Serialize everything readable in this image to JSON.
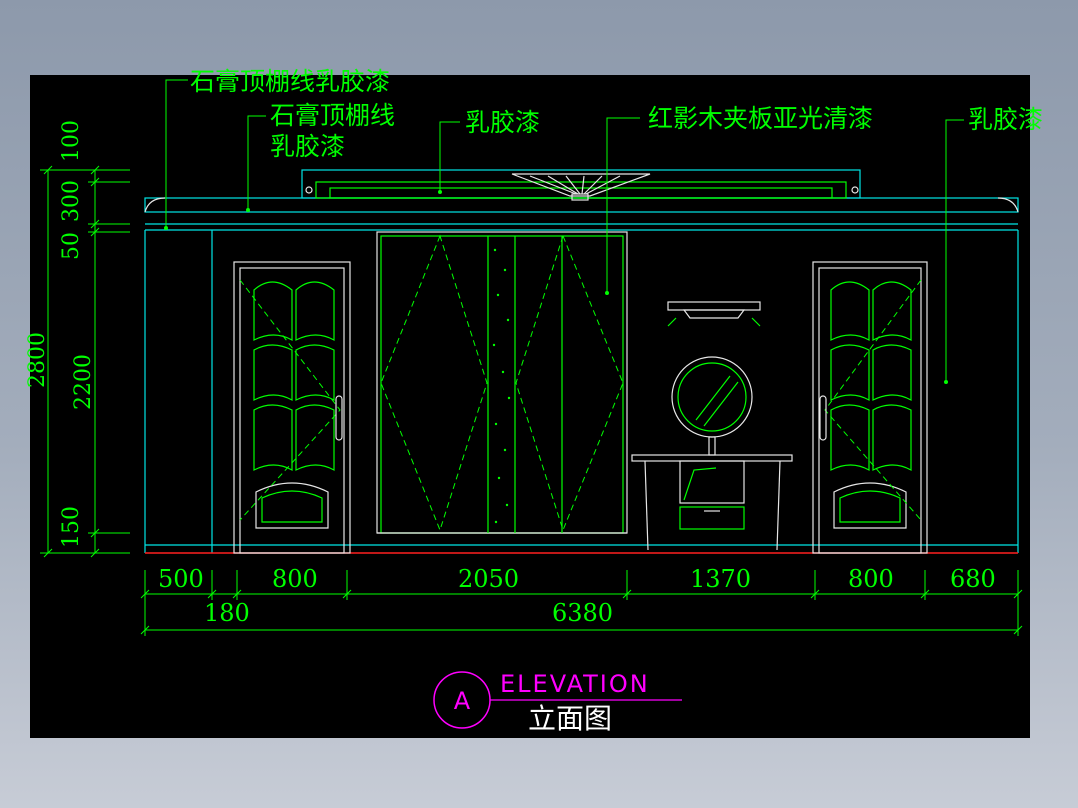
{
  "labels": {
    "gypsum_cornice_latex": "石膏顶棚线乳胶漆",
    "gypsum_cornice": "石膏顶棚线",
    "latex_paint_1": "乳胶漆",
    "latex_paint_2": "乳胶漆",
    "wood_veneer": "红影木夹板亚光清漆",
    "latex_paint_3": "乳胶漆"
  },
  "vertical_dims": {
    "d100": "100",
    "d300": "300",
    "d50": "50",
    "d2200": "2200",
    "d150": "150",
    "d2800": "2800"
  },
  "horizontal_dims": {
    "d500": "500",
    "d800a": "800",
    "d2050": "2050",
    "d1370": "1370",
    "d800b": "800",
    "d680": "680",
    "d180": "180",
    "d6380": "6380"
  },
  "title": {
    "marker": "A",
    "english": "ELEVATION",
    "chinese": "立面图"
  },
  "colors": {
    "sheet": "#000000",
    "green": "#00ff00",
    "cyan": "#00e5e5",
    "magenta": "#ff00ff",
    "floor_line": "#ff2020"
  }
}
